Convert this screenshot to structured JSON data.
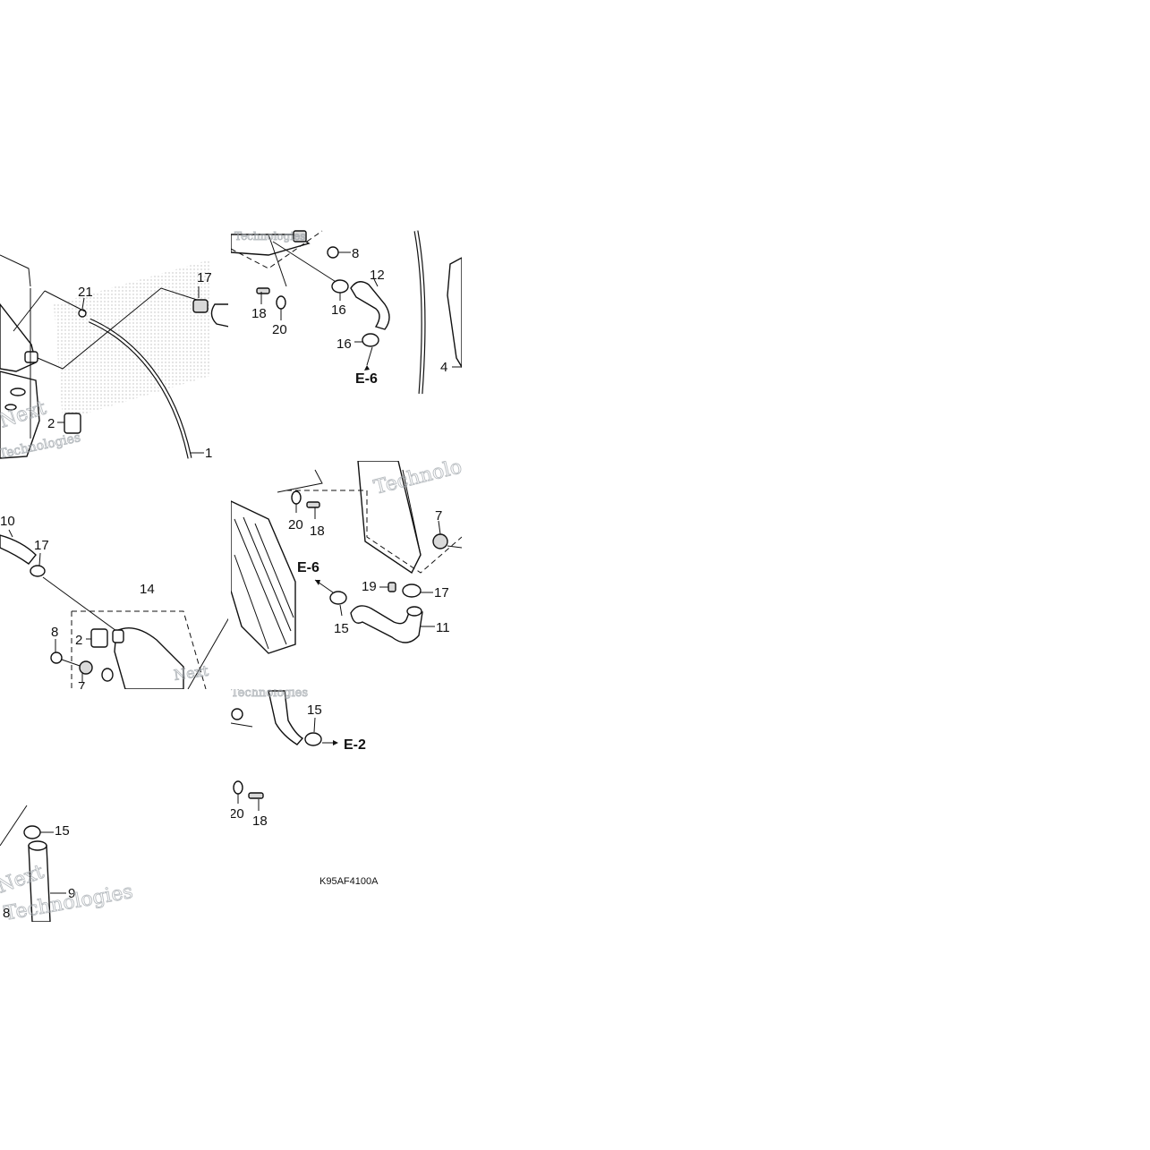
{
  "diagram": {
    "catalog_code": "K95AF4100A",
    "watermark_lines": [
      "Next",
      "Technologies"
    ],
    "callouts_panel_a": [
      "21",
      "17",
      "2",
      "1"
    ],
    "callouts_panel_b": [
      "8",
      "12",
      "18",
      "16",
      "20",
      "16"
    ],
    "callouts_panel_b_ref": "E-6",
    "callouts_panel_c": [
      "4"
    ],
    "callouts_panel_d": [
      "10",
      "17",
      "14",
      "8",
      "2",
      "7"
    ],
    "callouts_panel_e": [
      "20",
      "18",
      "7",
      "19",
      "17",
      "15",
      "11"
    ],
    "callouts_panel_e_ref": "E-6",
    "callouts_panel_f": [
      "15",
      "20",
      "18"
    ],
    "callouts_panel_f_ref": "E-2",
    "callouts_panel_g": [
      "15",
      "9",
      "8"
    ],
    "colors": {
      "ink": "#111111",
      "watermark": "#9aa0a6",
      "background": "#ffffff"
    }
  }
}
